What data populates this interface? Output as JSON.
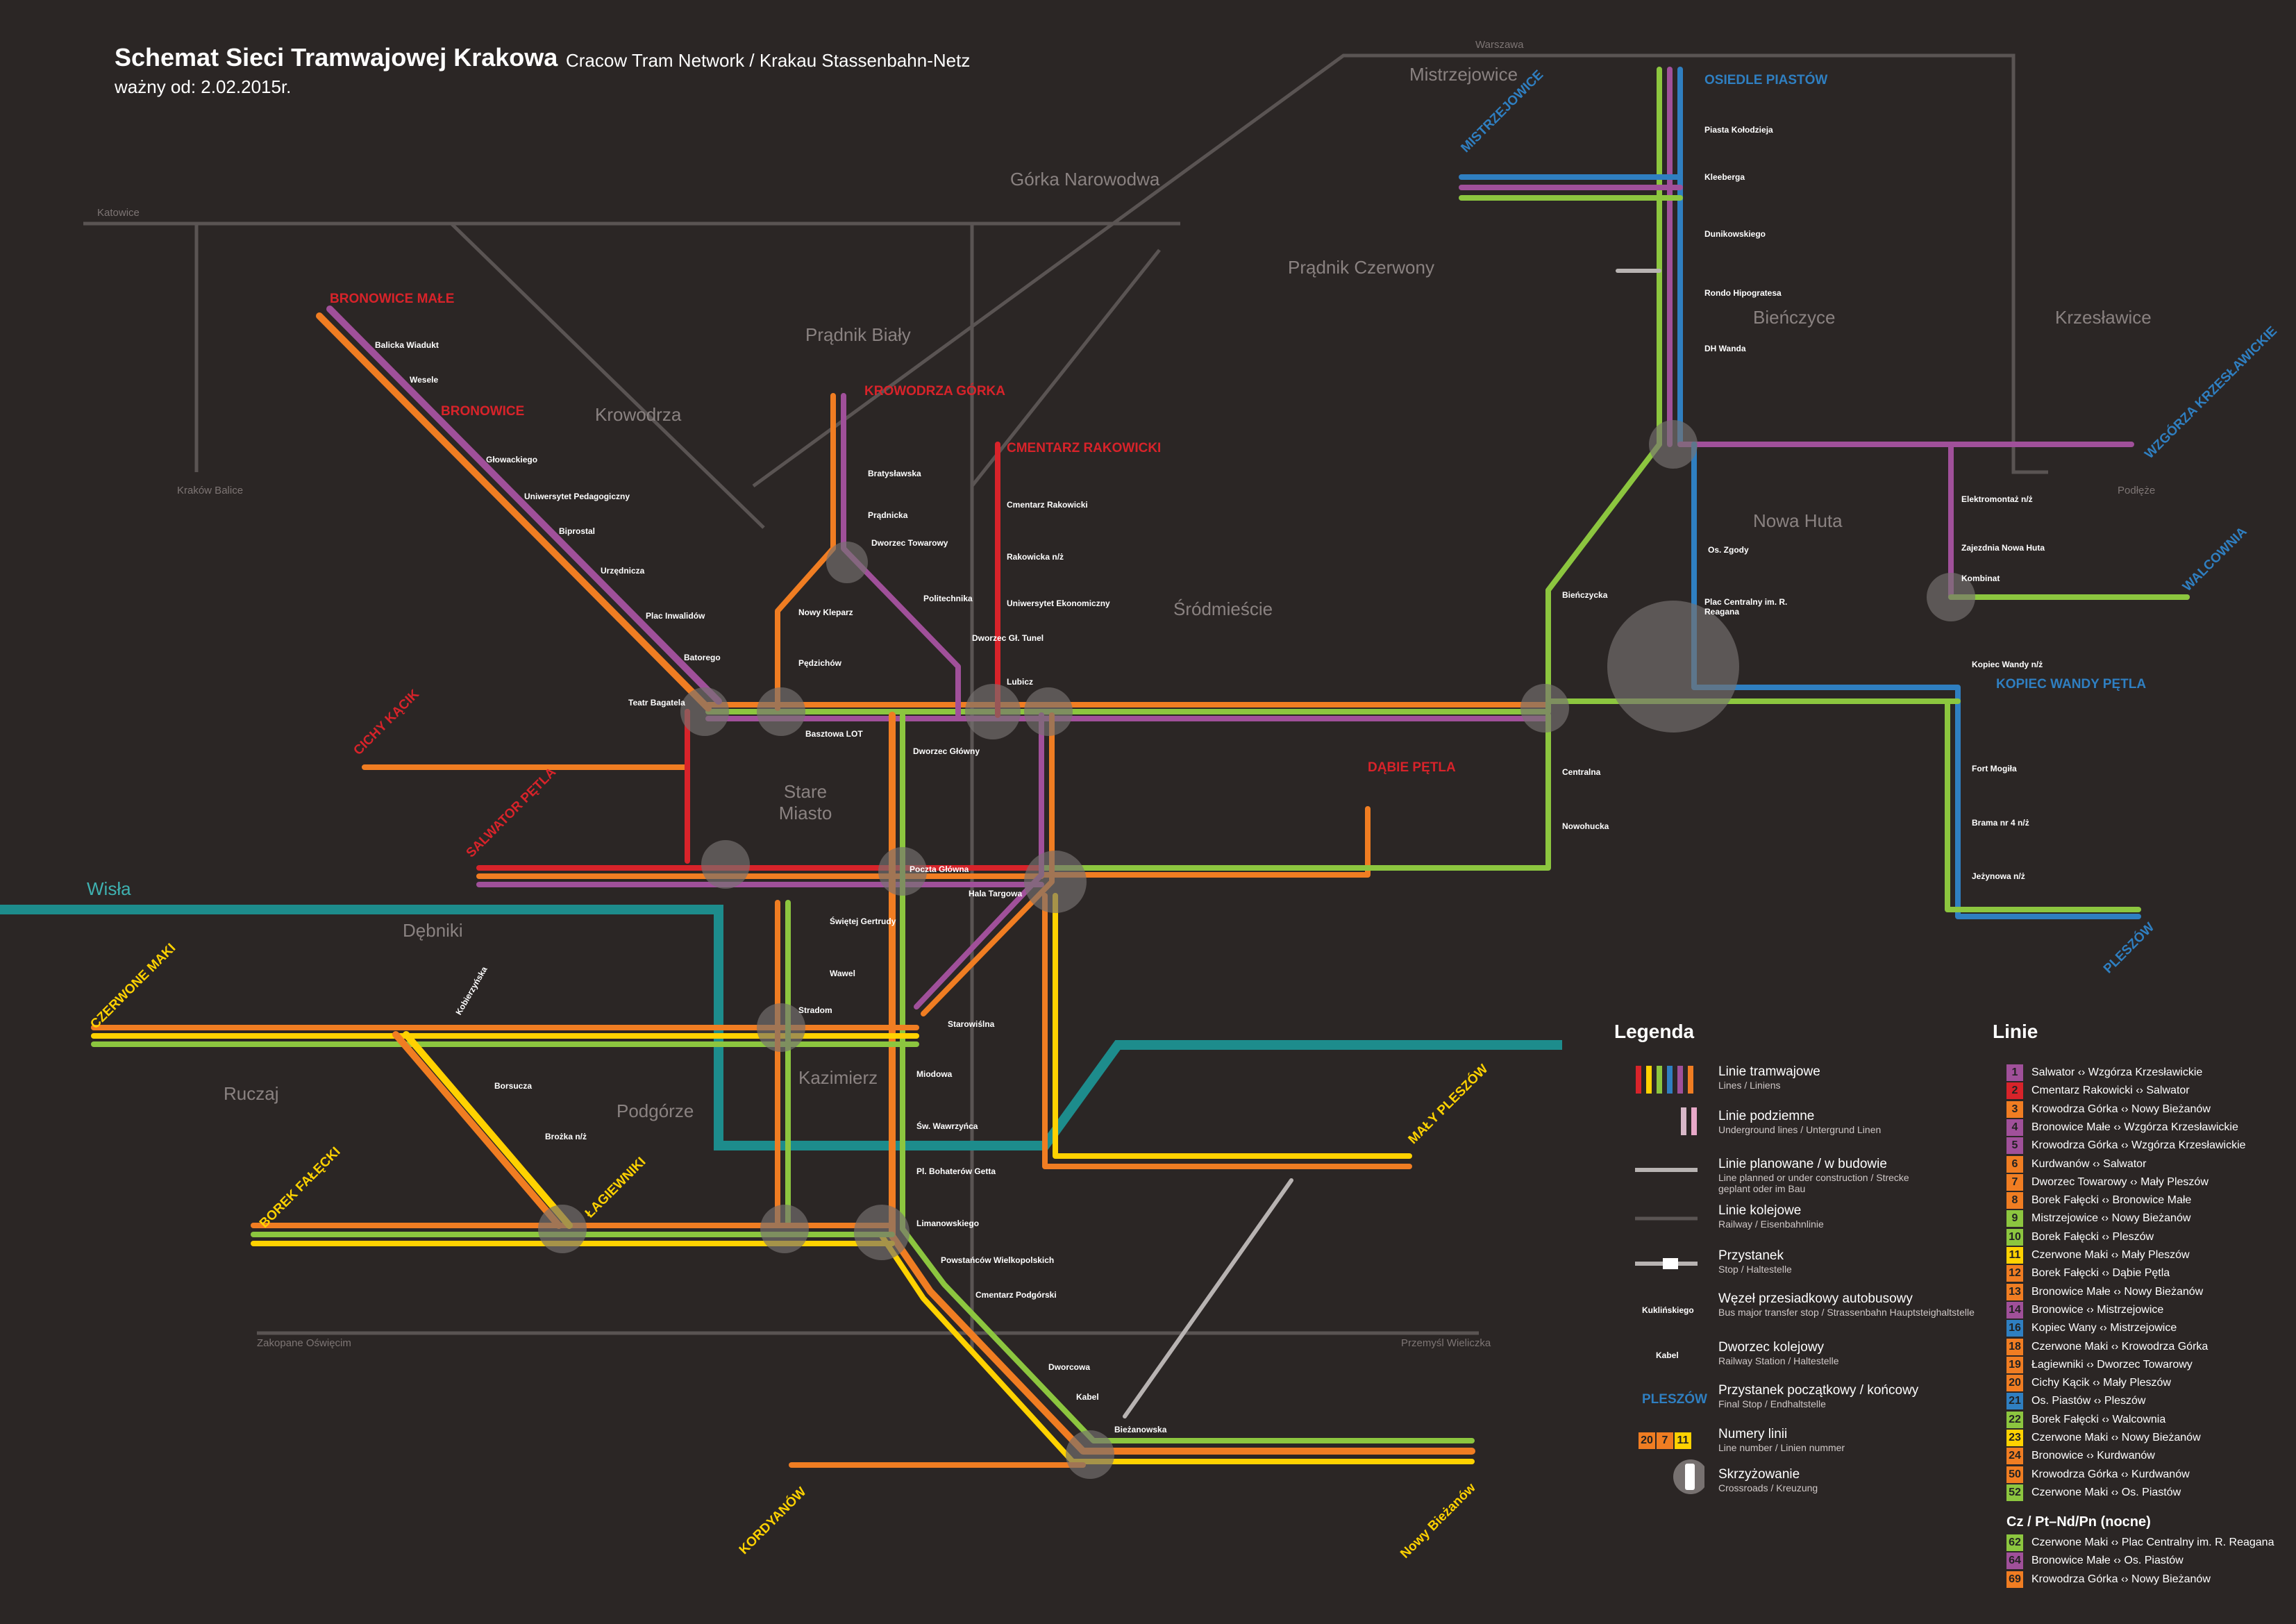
{
  "header": {
    "title": "Schemat Sieci Tramwajowej Krakowa",
    "subtitle": "Cracow Tram Network / Krakau Stassenbahn-Netz",
    "valid_from": "ważny od: 2.02.2015r."
  },
  "districts": [
    "Mistrzejowice",
    "Górka Narowodwa",
    "Prądnik Czerwony",
    "Bieńczyce",
    "Krzesławice",
    "Prądnik Biały",
    "Krowodrza",
    "Nowa Huta",
    "Śródmieście",
    "Stare Miasto",
    "Dębniki",
    "Ruczaj",
    "Podgórze",
    "Kazimierz"
  ],
  "rail_labels": [
    "Warszawa",
    "Katowice",
    "Kraków Balice",
    "Podłęże",
    "Zakopane Oświęcim",
    "Przemyśl Wieliczka"
  ],
  "river": "Wisła",
  "terminals": [
    "OSIEDLE PIASTÓW",
    "MISTRZEJOWICE",
    "BRONOWICE MAŁE",
    "BRONOWICE",
    "KROWODRZA GÓRKA",
    "CMENTARZ RAKOWICKI",
    "CICHY KĄCIK",
    "SALWATOR PĘTLA",
    "DĄBIE PĘTLA",
    "WZGÓRZA KRZESŁAWICKIE",
    "WALCOWNIA",
    "KOPIEC WANDY PĘTLA",
    "PLESZÓW",
    "CZERWONE MAKI",
    "BOREK FAŁĘCKI",
    "ŁAGIEWNIKI",
    "MAŁY PLESZÓW",
    "KORDYANÓW",
    "Nowy Bieżanów"
  ],
  "stops": [
    "Piasta Kołodzieja",
    "Kleeberga",
    "Dunikowskiego",
    "Rondo Hipogratesa",
    "DH Wanda",
    "Balicka Wiadukt",
    "Wesele",
    "Głowackiego",
    "Uniwersytet Pedagogiczny",
    "Biprostal",
    "Urzędnicza",
    "Plac Inwalidów",
    "Batorego",
    "Teatr Bagatela",
    "Bratysławska",
    "Prądnicka",
    "Dworzec Towarowy",
    "Nowy Kleparz",
    "Politechnika",
    "Pędzichów",
    "Cmentarz Rakowicki",
    "Rakowicka n/ż",
    "Uniwersytet Ekonomiczny",
    "Dworzec Gł. Tunel",
    "Lubicz",
    "Basztowa LOT",
    "Dworzec Główny",
    "Poczta Główna",
    "Hala Targowa",
    "Świętej Gertrudy",
    "Wawel",
    "Stradom",
    "Starowiślna",
    "Miodowa",
    "Św. Wawrzyńca",
    "Pl. Bohaterów Getta",
    "Limanowskiego",
    "Powstańców Wielkopolskich",
    "Cmentarz Podgórski",
    "Dworcowa",
    "Kabel",
    "Bieżanowska",
    "Os. Zgody",
    "Bieńczycka",
    "Plac Centralny im. R. Reagana",
    "Centralna",
    "Nowohucka",
    "Kombinat",
    "Elektromontaż n/ż",
    "Zajezdnia Nowa Huta",
    "Kopiec Wandy n/ż",
    "Fort Mogiła",
    "Brama nr 4 n/ż",
    "Jeżynowa n/ż",
    "Borsucza",
    "Brożka n/ż",
    "Kobierzyńska"
  ],
  "legend": {
    "heading": "Legenda",
    "items": [
      {
        "label": "Linie tramwajowe",
        "sub": "Lines / Liniens"
      },
      {
        "label": "Linie podziemne",
        "sub": "Underground lines / Untergrund Linen"
      },
      {
        "label": "Linie planowane / w budowie",
        "sub": "Line planned or under construction / Strecke geplant oder im Bau"
      },
      {
        "label": "Linie kolejowe",
        "sub": "Railway / Eisenbahnlinie"
      },
      {
        "label": "Przystanek",
        "sub": "Stop / Haltestelle"
      },
      {
        "label": "Węzeł przesiadkowy autobusowy",
        "sub": "Bus major transfer stop / Strassenbahn Hauptsteighaltstelle"
      },
      {
        "label": "Dworzec kolejowy",
        "sub": "Railway Station / Haltestelle"
      },
      {
        "label": "Przystanek początkowy / końcowy",
        "sub": "Final Stop / Endhaltstelle"
      },
      {
        "label": "Numery linii",
        "sub": "Line number / Linien nummer"
      },
      {
        "label": "Skrzyżowanie",
        "sub": "Crossroads / Kreuzung"
      }
    ],
    "sample_stop_bus": "Kuklińskiego",
    "sample_stop_rail": "Kabel",
    "sample_final": "PLESZÓW",
    "sample_numbers": [
      "20",
      "7",
      "11"
    ]
  },
  "lines": {
    "heading": "Linie",
    "items": [
      {
        "no": "1",
        "route": "Salwator ‹› Wzgórza Krzesławickie",
        "color": "#a0509a"
      },
      {
        "no": "2",
        "route": "Cmentarz Rakowicki ‹› Salwator",
        "color": "#d8232a"
      },
      {
        "no": "3",
        "route": "Krowodrza Górka ‹› Nowy Bieżanów",
        "color": "#f07d22"
      },
      {
        "no": "4",
        "route": "Bronowice Małe ‹› Wzgórza Krzesławickie",
        "color": "#a0509a"
      },
      {
        "no": "5",
        "route": "Krowodrza Górka ‹› Wzgórza Krzesławickie",
        "color": "#a0509a"
      },
      {
        "no": "6",
        "route": "Kurdwanów ‹› Salwator",
        "color": "#f07d22"
      },
      {
        "no": "7",
        "route": "Dworzec Towarowy ‹› Mały Pleszów",
        "color": "#f07d22"
      },
      {
        "no": "8",
        "route": "Borek Fałęcki ‹› Bronowice Małe",
        "color": "#f07d22"
      },
      {
        "no": "9",
        "route": "Mistrzejowice ‹› Nowy Bieżanów",
        "color": "#8cc63f"
      },
      {
        "no": "10",
        "route": "Borek Fałęcki ‹› Pleszów",
        "color": "#8cc63f"
      },
      {
        "no": "11",
        "route": "Czerwone Maki ‹› Mały Pleszów",
        "color": "#ffd200"
      },
      {
        "no": "12",
        "route": "Borek Fałęcki ‹› Dąbie Pętla",
        "color": "#f07d22"
      },
      {
        "no": "13",
        "route": "Bronowice Małe ‹› Nowy Bieżanów",
        "color": "#f07d22"
      },
      {
        "no": "14",
        "route": "Bronowice ‹› Mistrzejowice",
        "color": "#a0509a"
      },
      {
        "no": "16",
        "route": "Kopiec Wany ‹› Mistrzejowice",
        "color": "#2f7fc1"
      },
      {
        "no": "18",
        "route": "Czerwone Maki ‹› Krowodrza Górka",
        "color": "#f07d22"
      },
      {
        "no": "19",
        "route": "Łagiewniki ‹› Dworzec Towarowy",
        "color": "#f07d22"
      },
      {
        "no": "20",
        "route": "Cichy Kącik ‹› Mały Pleszów",
        "color": "#f07d22"
      },
      {
        "no": "21",
        "route": "Os. Piastów ‹› Pleszów",
        "color": "#2f7fc1"
      },
      {
        "no": "22",
        "route": "Borek Fałęcki ‹› Walcownia",
        "color": "#8cc63f"
      },
      {
        "no": "23",
        "route": "Czerwone Maki ‹› Nowy Bieżanów",
        "color": "#ffd200"
      },
      {
        "no": "24",
        "route": "Bronowice ‹› Kurdwanów",
        "color": "#f07d22"
      },
      {
        "no": "50",
        "route": "Krowodrza Górka ‹› Kurdwanów",
        "color": "#f07d22"
      },
      {
        "no": "52",
        "route": "Czerwone Maki ‹› Os. Piastów",
        "color": "#8cc63f"
      }
    ],
    "night_heading": "Cz / Pt–Nd/Pn (nocne)",
    "night_items": [
      {
        "no": "62",
        "route": "Czerwone Maki ‹› Plac Centralny im. R. Reagana",
        "color": "#8cc63f"
      },
      {
        "no": "64",
        "route": "Bronowice Małe ‹› Os. Piastów",
        "color": "#a0509a"
      },
      {
        "no": "69",
        "route": "Krowodrza Górka ‹› Nowy Bieżanów",
        "color": "#f07d22"
      }
    ]
  }
}
